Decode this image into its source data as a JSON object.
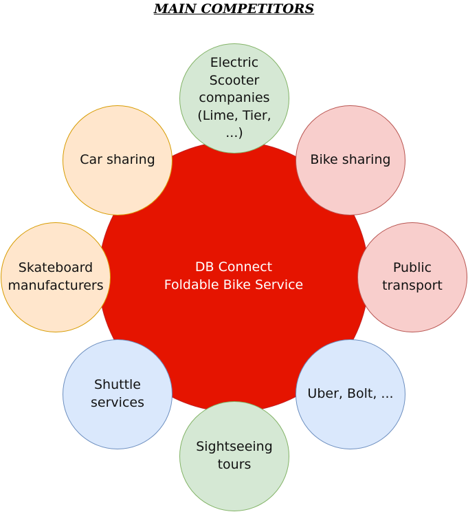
{
  "title": "MAIN COMPETITORS",
  "center": {
    "label": "DB Connect\nFoldable Bike Service",
    "color": "#e51400"
  },
  "competitors": [
    {
      "label": "Electric\nScooter\ncompanies\n(Lime, Tier,\n...)",
      "fill": "#d5e8d4",
      "stroke": "#82b366"
    },
    {
      "label": "Car sharing",
      "fill": "#ffe6cc",
      "stroke": "#d79b00"
    },
    {
      "label": "Bike sharing",
      "fill": "#f8cecc",
      "stroke": "#b85450"
    },
    {
      "label": "Skateboard\nmanufacturers",
      "fill": "#ffe6cc",
      "stroke": "#d79b00"
    },
    {
      "label": "Public\ntransport",
      "fill": "#f8cecc",
      "stroke": "#b85450"
    },
    {
      "label": "Shuttle\nservices",
      "fill": "#dae8fc",
      "stroke": "#6c8ebf"
    },
    {
      "label": "Uber, Bolt, ...",
      "fill": "#dae8fc",
      "stroke": "#6c8ebf"
    },
    {
      "label": "Sightseeing\ntours",
      "fill": "#d5e8d4",
      "stroke": "#82b366"
    }
  ]
}
